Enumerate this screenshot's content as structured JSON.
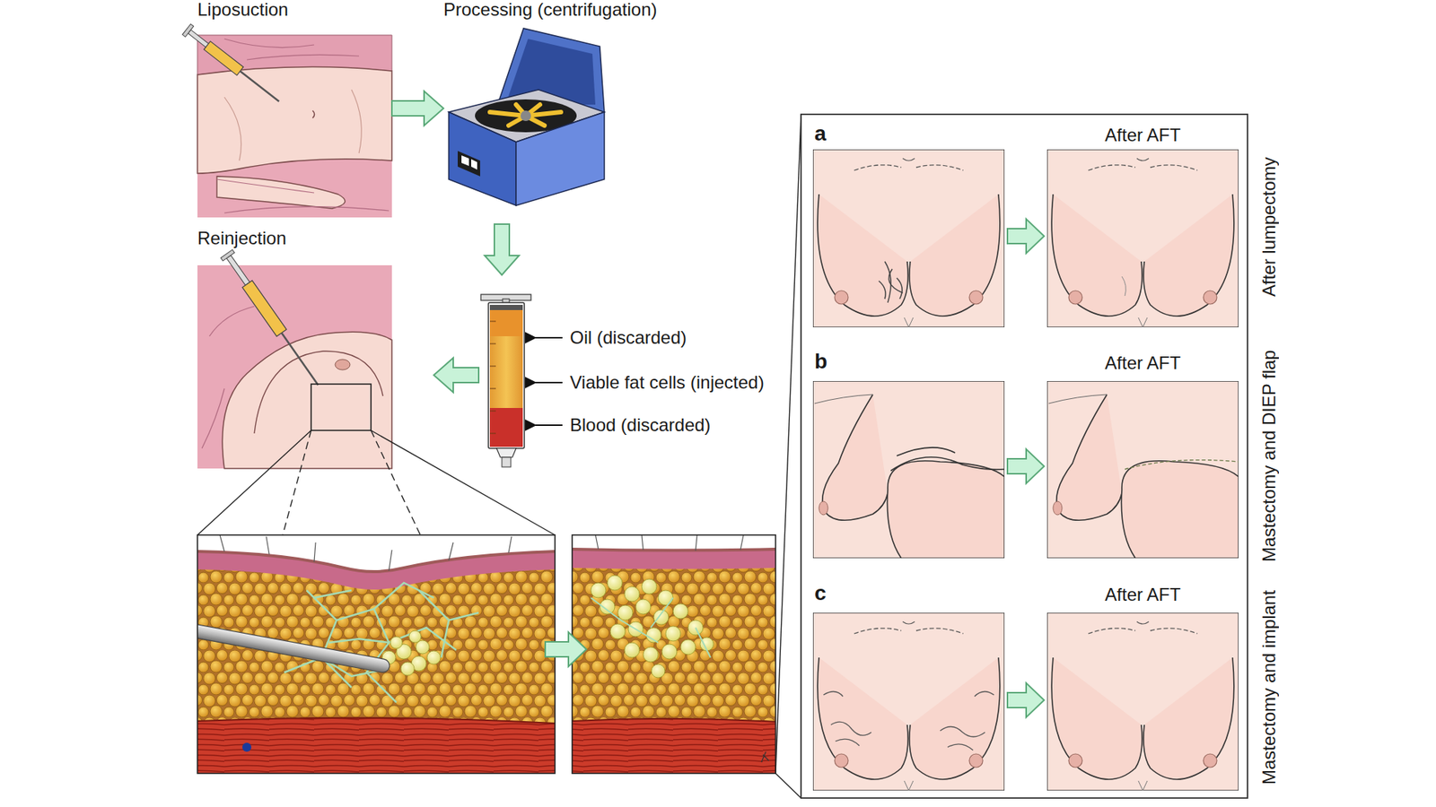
{
  "diagram": {
    "nodes": [
      {
        "text": [
          "Liposuction"
        ]
      },
      {
        "text": [
          "Processing (centrifugation)"
        ]
      },
      {
        "text": [
          "Oil (discarded)",
          "Viable fat cells (injected)",
          "Blood (discarded)"
        ]
      },
      {
        "text": [
          "Reinjection"
        ]
      },
      {
        "text": [
          "a",
          "After AFT",
          "After lumpectomy"
        ]
      },
      {
        "text": [
          "b",
          "After AFT",
          "Mastectomy and DIEP flap"
        ]
      },
      {
        "text": [
          "c",
          "After AFT",
          "Mastectomy and implant"
        ]
      }
    ],
    "edges": [
      {
        "from": 0,
        "to": 1,
        "arrow": "to"
      },
      {
        "from": 1,
        "to": 2,
        "arrow": "to"
      },
      {
        "from": 2,
        "to": 3,
        "arrow": "to"
      }
    ]
  }
}
